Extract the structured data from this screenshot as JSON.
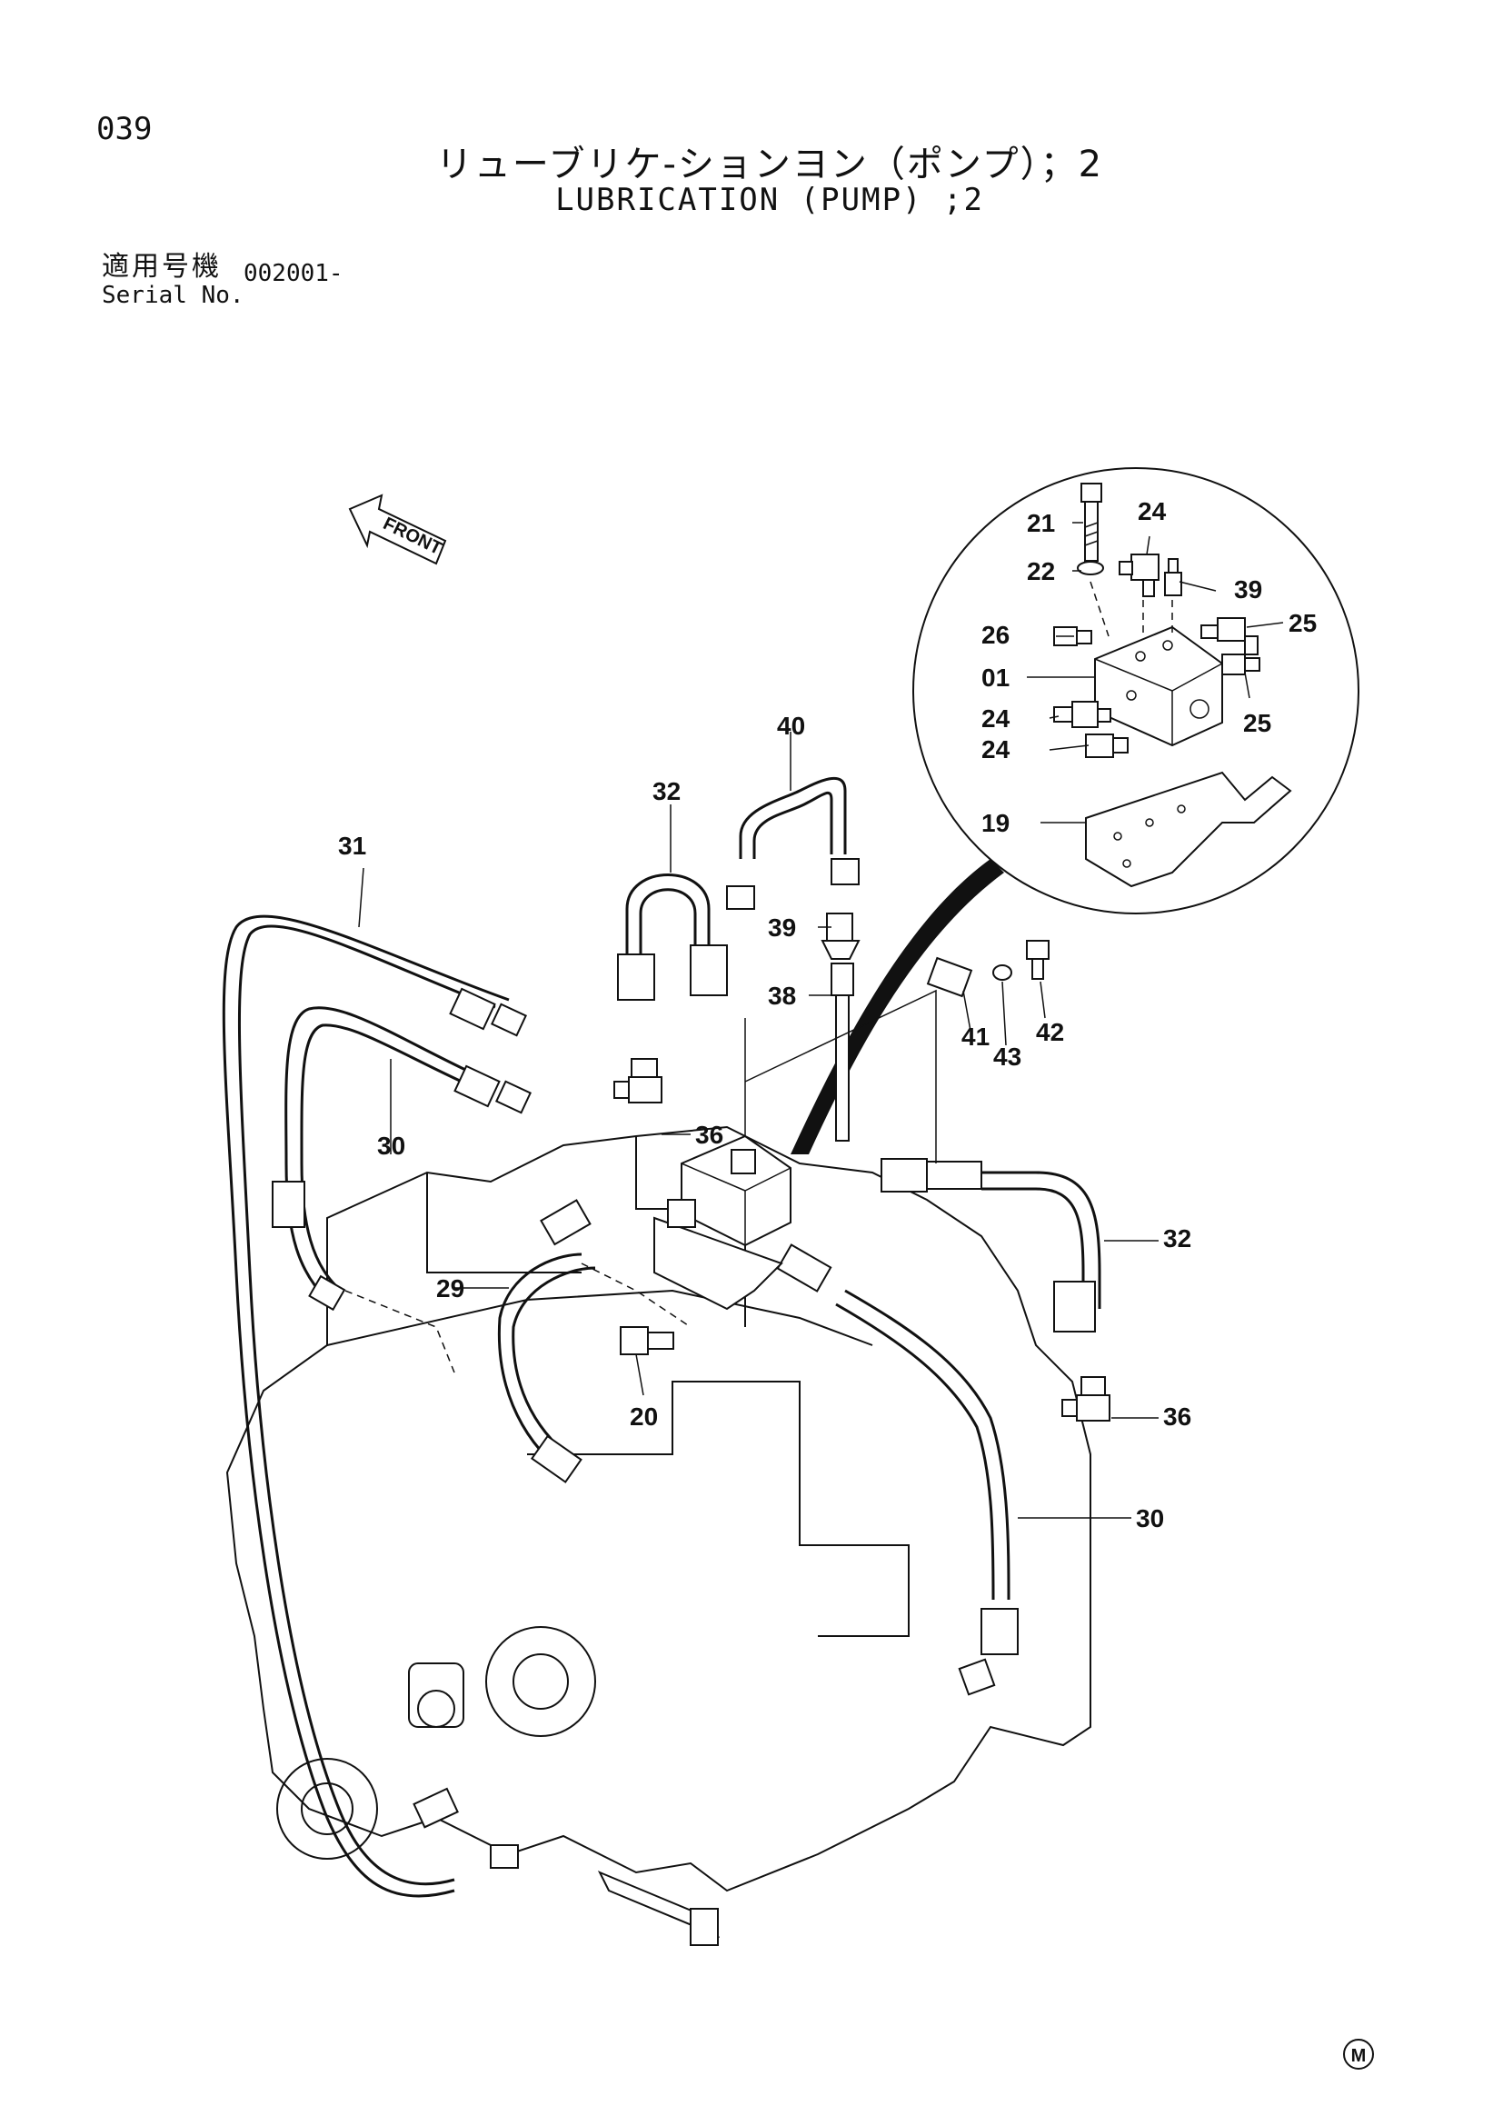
{
  "header": {
    "page_number": "039",
    "title_jp": "リューブリケ-ションヨン（ポンプ）；2",
    "title_en": "LUBRICATION (PUMP) ;2",
    "serial_label_jp": "適用号機",
    "serial_label_en": "Serial No.",
    "serial_value": "002001-"
  },
  "front_arrow": {
    "label": "FRONT"
  },
  "callouts": {
    "c21": "21",
    "c22": "22",
    "c24a": "24",
    "c39a": "39",
    "c25a": "25",
    "c26": "26",
    "c01": "01",
    "c24b": "24",
    "c24c": "24",
    "c25b": "25",
    "c19": "19",
    "c40": "40",
    "c32a": "32",
    "c31": "31",
    "c39b": "39",
    "c38": "38",
    "c41": "41",
    "c43": "43",
    "c42": "42",
    "c36a": "36",
    "c30a": "30",
    "c29": "29",
    "c20": "20",
    "c32b": "32",
    "c36b": "36",
    "c30b": "30"
  },
  "footer": {
    "mark": "M"
  }
}
